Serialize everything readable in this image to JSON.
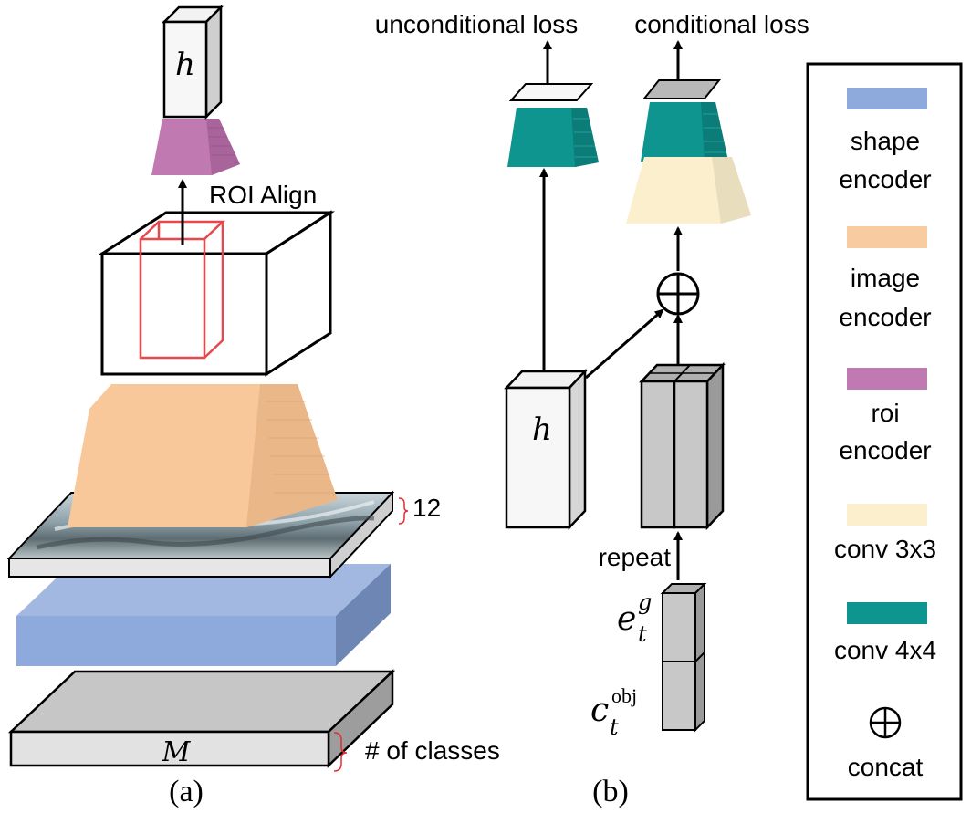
{
  "panel_a": {
    "caption": "(a)",
    "top_block_label": "h",
    "roi_label": "ROI Align",
    "channels_label": "12",
    "mask_label": "M",
    "classes_label": "# of classes"
  },
  "panel_b": {
    "caption": "(b)",
    "unconditional_loss_label": "unconditional loss",
    "conditional_loss_label": "conditional loss",
    "h_block_label": "h",
    "repeat_label": "repeat",
    "embed_symbol": "e",
    "embed_superscript": "g",
    "embed_subscript": "t",
    "class_symbol": "c",
    "class_superscript": "obj",
    "class_subscript": "t"
  },
  "legend": {
    "items": [
      {
        "color": "#8ea9db",
        "line1": "shape",
        "line2": "encoder"
      },
      {
        "color": "#f8cba0",
        "line1": "image",
        "line2": "encoder"
      },
      {
        "color": "#c179b2",
        "line1": "roi",
        "line2": "encoder"
      },
      {
        "color": "#fbefce",
        "line1": "conv 3x3",
        "line2": ""
      },
      {
        "color": "#0e9590",
        "line1": "conv 4x4",
        "line2": ""
      }
    ],
    "concat_symbol": "⊕",
    "concat_label": "concat"
  },
  "colors": {
    "shape_encoder": "#8ea9db",
    "image_encoder": "#f8cba0",
    "roi_encoder": "#c179b2",
    "conv3x3": "#fbefce",
    "conv4x4": "#0e9590",
    "gray_block": "#c8c8c8",
    "roi_box": "#e8474c"
  }
}
